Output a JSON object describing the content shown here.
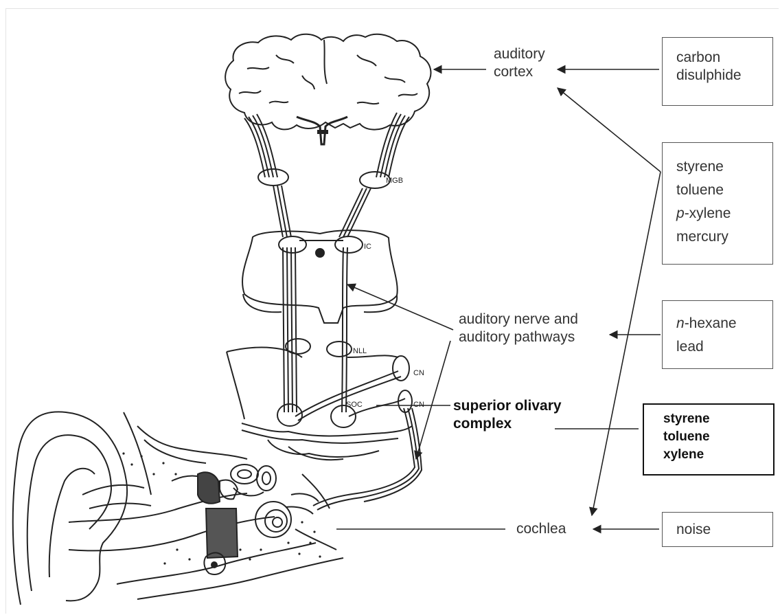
{
  "anatomy_labels": {
    "mgb": "MGB",
    "ic": "IC",
    "nll": "NLL",
    "cn": "CN",
    "soc": "SOC",
    "cn2": "CN"
  },
  "sites": {
    "auditory_cortex": [
      "auditory",
      "cortex"
    ],
    "auditory_pathways": [
      "auditory nerve and",
      "auditory pathways"
    ],
    "superior_olivary": [
      "superior olivary",
      "complex"
    ],
    "cochlea": "cochlea"
  },
  "agents": {
    "carbon_disulphide": [
      "carbon",
      "disulphide"
    ],
    "aromatics_mercury": {
      "line1": "styrene",
      "line2": "toluene",
      "line3_prefix": "p",
      "line3_rest": "-xylene",
      "line4": "mercury"
    },
    "hexane_lead": {
      "line1_prefix": "n",
      "line1_rest": "-hexane",
      "line2": "lead"
    },
    "aromatics_bold": [
      "styrene",
      "toluene",
      "xylene"
    ],
    "noise": "noise"
  },
  "colors": {
    "ink": "#222222",
    "label": "#333333",
    "box_border": "#555555"
  }
}
